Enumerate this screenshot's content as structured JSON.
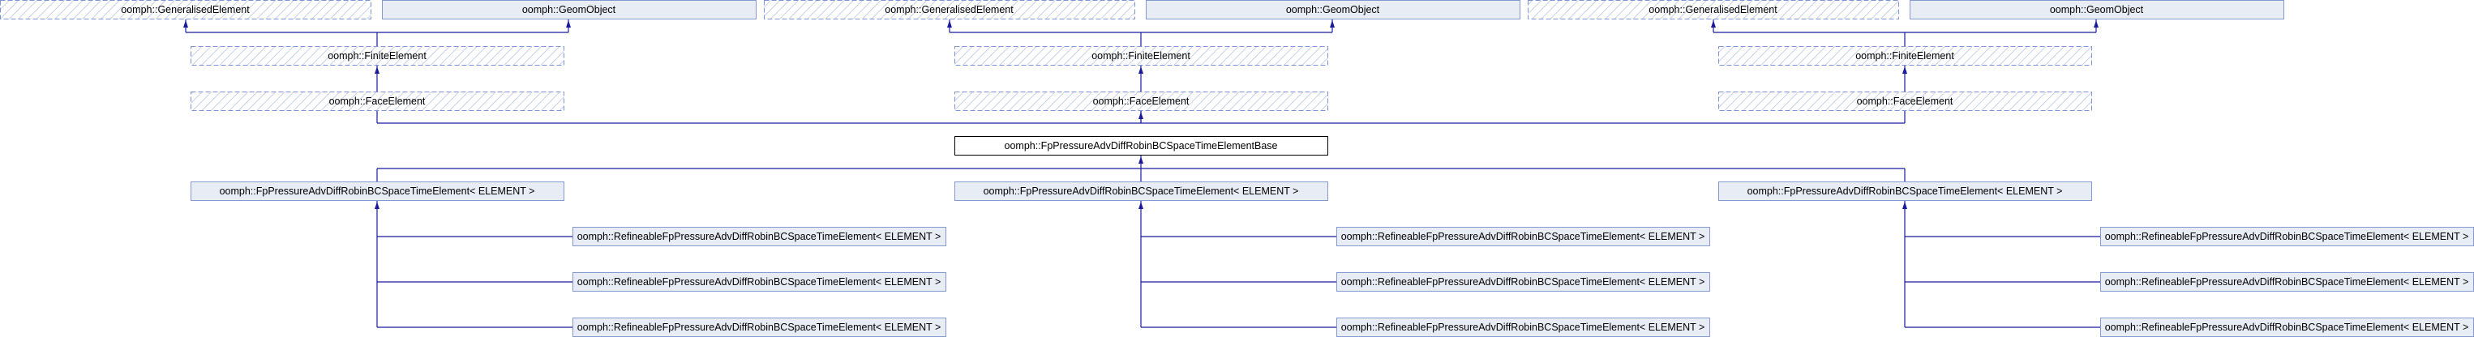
{
  "base": {
    "label": "oomph::FpPressureAdvDiffRobinBCSpaceTimeElementBase"
  },
  "groups": [
    {
      "generalised": "oomph::GeneralisedElement",
      "geom": "oomph::GeomObject",
      "finite": "oomph::FiniteElement",
      "face": "oomph::FaceElement",
      "child": "oomph::FpPressureAdvDiffRobinBCSpaceTimeElement< ELEMENT >",
      "refineable": [
        "oomph::RefineableFpPressureAdvDiffRobinBCSpaceTimeElement< ELEMENT >",
        "oomph::RefineableFpPressureAdvDiffRobinBCSpaceTimeElement< ELEMENT >",
        "oomph::RefineableFpPressureAdvDiffRobinBCSpaceTimeElement< ELEMENT >"
      ]
    },
    {
      "generalised": "oomph::GeneralisedElement",
      "geom": "oomph::GeomObject",
      "finite": "oomph::FiniteElement",
      "face": "oomph::FaceElement",
      "child": "oomph::FpPressureAdvDiffRobinBCSpaceTimeElement< ELEMENT >",
      "refineable": [
        "oomph::RefineableFpPressureAdvDiffRobinBCSpaceTimeElement< ELEMENT >",
        "oomph::RefineableFpPressureAdvDiffRobinBCSpaceTimeElement< ELEMENT >",
        "oomph::RefineableFpPressureAdvDiffRobinBCSpaceTimeElement< ELEMENT >"
      ]
    },
    {
      "generalised": "oomph::GeneralisedElement",
      "geom": "oomph::GeomObject",
      "finite": "oomph::FiniteElement",
      "face": "oomph::FaceElement",
      "child": "oomph::FpPressureAdvDiffRobinBCSpaceTimeElement< ELEMENT >",
      "refineable": [
        "oomph::RefineableFpPressureAdvDiffRobinBCSpaceTimeElement< ELEMENT >",
        "oomph::RefineableFpPressureAdvDiffRobinBCSpaceTimeElement< ELEMENT >",
        "oomph::RefineableFpPressureAdvDiffRobinBCSpaceTimeElement< ELEMENT >"
      ]
    }
  ],
  "colors": {
    "edge": "#1a1a9c",
    "box_fill": "#e8ecf5",
    "box_border": "#8598cf",
    "dashed_border": "#7d95d6",
    "hatch": "#c8d0e6",
    "base_border": "#000000"
  }
}
